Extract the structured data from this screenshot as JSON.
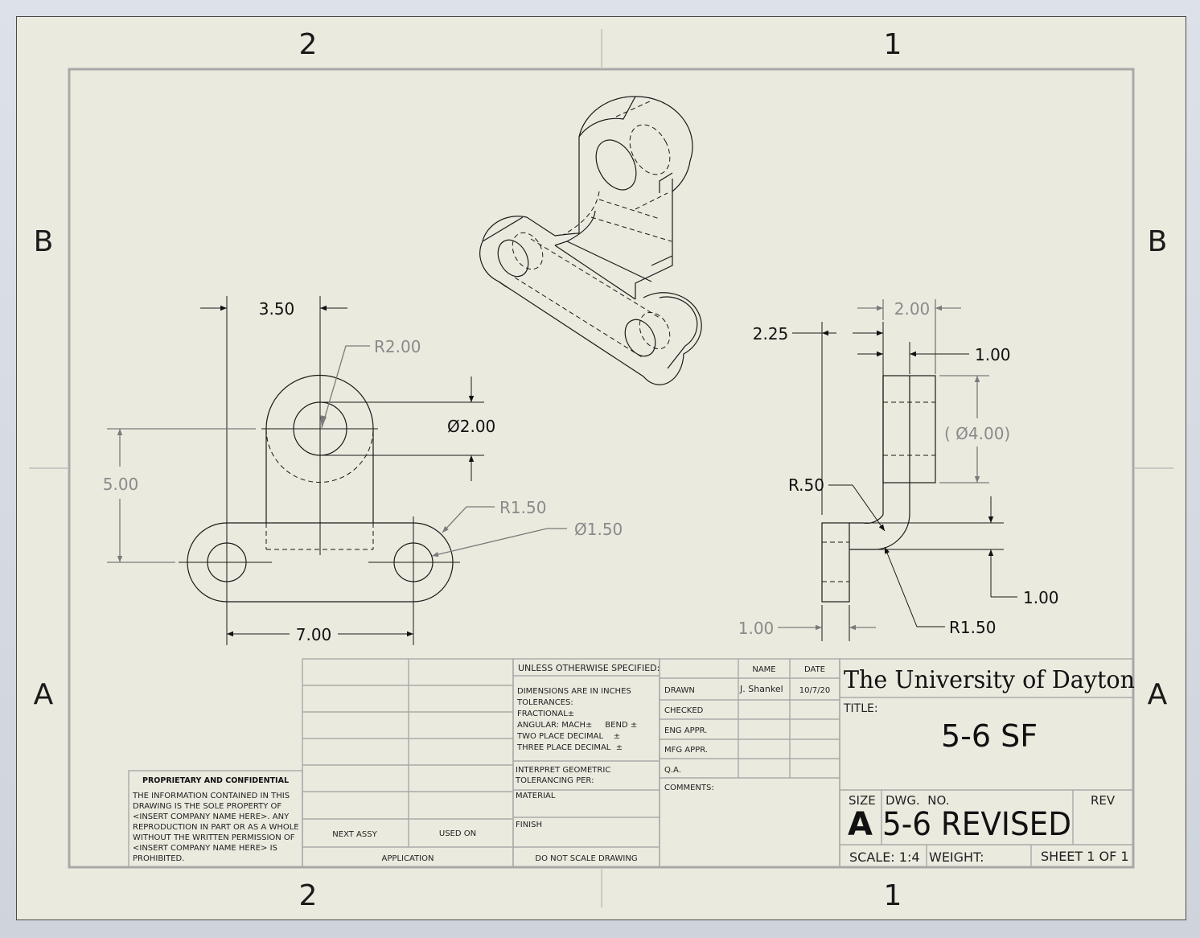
{
  "zones": {
    "col_top_left": "2",
    "col_top_right": "1",
    "col_bottom_left": "2",
    "col_bottom_right": "1",
    "row_left_b": "B",
    "row_right_b": "B",
    "row_left_a": "A",
    "row_right_a": "A"
  },
  "front_view": {
    "dim_width_top": "3.50",
    "dim_r_top": "R2.00",
    "dim_hole_top": "Ø2.00",
    "dim_height": "5.00",
    "dim_r_bottom": "R1.50",
    "dim_hole_bottom": "Ø1.50",
    "dim_length": "7.00"
  },
  "side_view": {
    "dim_225": "2.25",
    "dim_200": "2.00",
    "dim_100_top": "1.00",
    "dim_dia_ref": "( Ø4.00)",
    "dim_r050": "R.50",
    "dim_100_right": "1.00",
    "dim_100_bottom": "1.00",
    "dim_r150": "R1.50"
  },
  "title_block": {
    "proprietary_title": "PROPRIETARY AND CONFIDENTIAL",
    "proprietary_lines": [
      "THE INFORMATION CONTAINED IN THIS",
      "DRAWING IS THE SOLE PROPERTY OF",
      "<INSERT COMPANY NAME HERE>.  ANY",
      "REPRODUCTION IN PART OR AS A WHOLE",
      "WITHOUT THE WRITTEN PERMISSION OF",
      "<INSERT COMPANY NAME HERE> IS",
      "PROHIBITED."
    ],
    "next_assy": "NEXT ASSY",
    "used_on": "USED ON",
    "application": "APPLICATION",
    "unless": "UNLESS OTHERWISE SPECIFIED:",
    "tol_lines": [
      "DIMENSIONS ARE IN INCHES",
      "TOLERANCES:",
      "FRACTIONAL±",
      "ANGULAR: MACH±     BEND ±",
      "TWO PLACE DECIMAL    ±",
      "THREE PLACE DECIMAL  ±"
    ],
    "interpret_1": "INTERPRET GEOMETRIC",
    "interpret_2": "TOLERANCING PER:",
    "material": "MATERIAL",
    "finish": "FINISH",
    "do_not_scale": "DO NOT SCALE DRAWING",
    "name_header": "NAME",
    "date_header": "DATE",
    "rows": [
      {
        "label": "DRAWN",
        "name": "J. Shankel",
        "date": "10/7/20"
      },
      {
        "label": "CHECKED",
        "name": "",
        "date": ""
      },
      {
        "label": "ENG APPR.",
        "name": "",
        "date": ""
      },
      {
        "label": "MFG APPR.",
        "name": "",
        "date": ""
      },
      {
        "label": "Q.A.",
        "name": "",
        "date": ""
      }
    ],
    "comments": "COMMENTS:",
    "organization": "The University of Dayton",
    "title_label": "TITLE:",
    "title": "5-6 SF",
    "size_label": "SIZE",
    "size": "A",
    "dwg_no_label": "DWG.  NO.",
    "dwg_no": "5-6 REVISED",
    "rev_label": "REV",
    "scale": "SCALE: 1:4",
    "weight": "WEIGHT:",
    "sheet": "SHEET 1 OF 1"
  }
}
